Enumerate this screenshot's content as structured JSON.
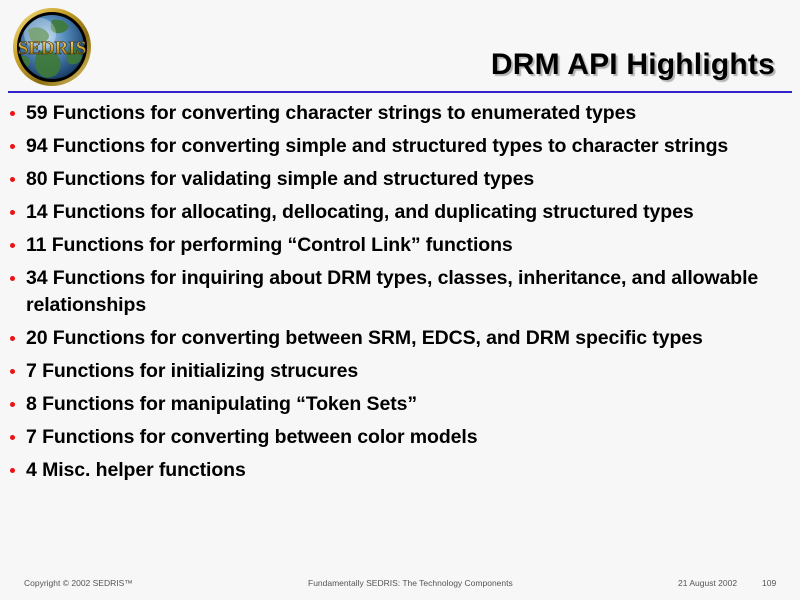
{
  "slide": {
    "title": "DRM API Highlights",
    "accent_rule_color": "#3322cc",
    "bullet_color": "#ee1111",
    "background_color": "#f7f7f7",
    "logo": {
      "name": "sedris-globe-logo",
      "wordmark": "SEDRIS",
      "ring_color": "#d6b54a",
      "disc_color": "#000000"
    },
    "bullets": [
      {
        "text": "59 Functions for converting character strings to enumerated types"
      },
      {
        "text": "94 Functions for converting simple and structured types to character strings"
      },
      {
        "text": "80 Functions for validating simple and structured types"
      },
      {
        "text": "14 Functions for allocating, dellocating, and duplicating structured types"
      },
      {
        "text": "11 Functions for performing “Control Link” functions"
      },
      {
        "text": "34 Functions for inquiring about DRM types, classes, inheritance, and allowable relationships"
      },
      {
        "text": "20 Functions for converting between SRM, EDCS, and DRM specific types"
      },
      {
        "text": "7 Functions for initializing strucures"
      },
      {
        "text": "8 Functions for manipulating “Token Sets”"
      },
      {
        "text": "7 Functions for converting between color models"
      },
      {
        "text": "4 Misc. helper functions"
      }
    ],
    "footer": {
      "copyright": "Copyright © 2002 SEDRIS™",
      "center": "Fundamentally SEDRIS: The Technology Components",
      "date": "21 August 2002",
      "page_number": "109"
    }
  }
}
